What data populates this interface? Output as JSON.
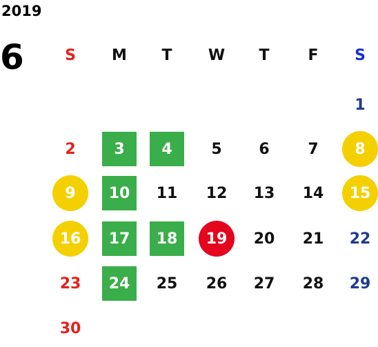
{
  "year": "2019",
  "month": "6",
  "weekdays": [
    {
      "label": "S",
      "color": "#e3211a"
    },
    {
      "label": "M",
      "color": "#111111"
    },
    {
      "label": "T",
      "color": "#111111"
    },
    {
      "label": "W",
      "color": "#111111"
    },
    {
      "label": "T",
      "color": "#111111"
    },
    {
      "label": "F",
      "color": "#111111"
    },
    {
      "label": "S",
      "color": "#1a2fd1"
    }
  ],
  "highlight_colors": {
    "green": "#3aae4a",
    "yellow": "#f5d000",
    "red": "#e4051e",
    "sunday_text": "#e3211a",
    "saturday_text": "#1d3b8f"
  },
  "weeks": [
    [
      {
        "d": ""
      },
      {
        "d": ""
      },
      {
        "d": ""
      },
      {
        "d": ""
      },
      {
        "d": ""
      },
      {
        "d": ""
      },
      {
        "d": "1"
      }
    ],
    [
      {
        "d": "2"
      },
      {
        "d": "3",
        "h": "green"
      },
      {
        "d": "4",
        "h": "green"
      },
      {
        "d": "5"
      },
      {
        "d": "6"
      },
      {
        "d": "7"
      },
      {
        "d": "8",
        "h": "yellow"
      }
    ],
    [
      {
        "d": "9",
        "h": "yellow"
      },
      {
        "d": "10",
        "h": "green"
      },
      {
        "d": "11"
      },
      {
        "d": "12"
      },
      {
        "d": "13"
      },
      {
        "d": "14"
      },
      {
        "d": "15",
        "h": "yellow"
      }
    ],
    [
      {
        "d": "16",
        "h": "yellow"
      },
      {
        "d": "17",
        "h": "green"
      },
      {
        "d": "18",
        "h": "green"
      },
      {
        "d": "19",
        "h": "red"
      },
      {
        "d": "20"
      },
      {
        "d": "21"
      },
      {
        "d": "22"
      }
    ],
    [
      {
        "d": "23"
      },
      {
        "d": "24",
        "h": "green"
      },
      {
        "d": "25"
      },
      {
        "d": "26"
      },
      {
        "d": "27"
      },
      {
        "d": "28"
      },
      {
        "d": "29"
      }
    ],
    [
      {
        "d": "30"
      },
      {
        "d": ""
      },
      {
        "d": ""
      },
      {
        "d": ""
      },
      {
        "d": ""
      },
      {
        "d": ""
      },
      {
        "d": ""
      }
    ]
  ]
}
